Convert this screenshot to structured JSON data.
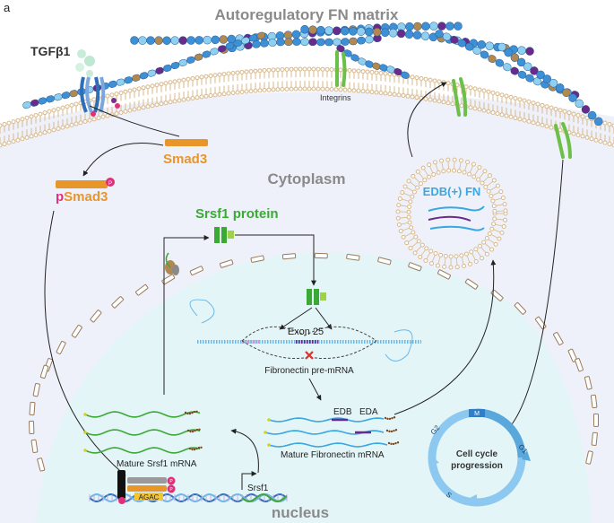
{
  "panel_label": "a",
  "title": "Autoregulatory FN matrix",
  "labels": {
    "tgfb1": "TGFβ1",
    "integrins": "Integrins",
    "smad3": "Smad3",
    "psmad3_p": "p",
    "psmad3_name": "Smad3",
    "cytoplasm": "Cytoplasm",
    "srsf1_protein": "Srsf1 protein",
    "edb_fn": "EDB(+) FN",
    "exon25": "Exon 25",
    "fn_premrna": "Fibronectin pre-mRNA",
    "edb": "EDB",
    "eda": "EDA",
    "mature_fn_mrna": "Mature Fibronectin mRNA",
    "mature_srsf1_mrna": "Mature Srsf1 mRNA",
    "agac": "AGAC",
    "srsf1_gene": "Srsf1",
    "nucleus": "nucleus",
    "phospho": "P"
  },
  "cell_cycle": {
    "title_line1": "Cell cycle",
    "title_line2": "progression",
    "phases": [
      "M",
      "G1",
      "S",
      "G2"
    ]
  },
  "colors": {
    "fiber_blue": "#3d8fd6",
    "fiber_light": "#8fd0f0",
    "fiber_purple": "#6a2a8c",
    "fiber_tan": "#b08850",
    "smad_orange": "#e8962a",
    "phospho_pink": "#e0307a",
    "srsf_green": "#3aaa35",
    "membrane": "#d9b98a",
    "cytoplasm_bg": "#eef2fa",
    "nucleus_bg": "#e6f6fa",
    "label_gray": "#8a8a8a",
    "edb_blue": "#3aa8e0"
  }
}
